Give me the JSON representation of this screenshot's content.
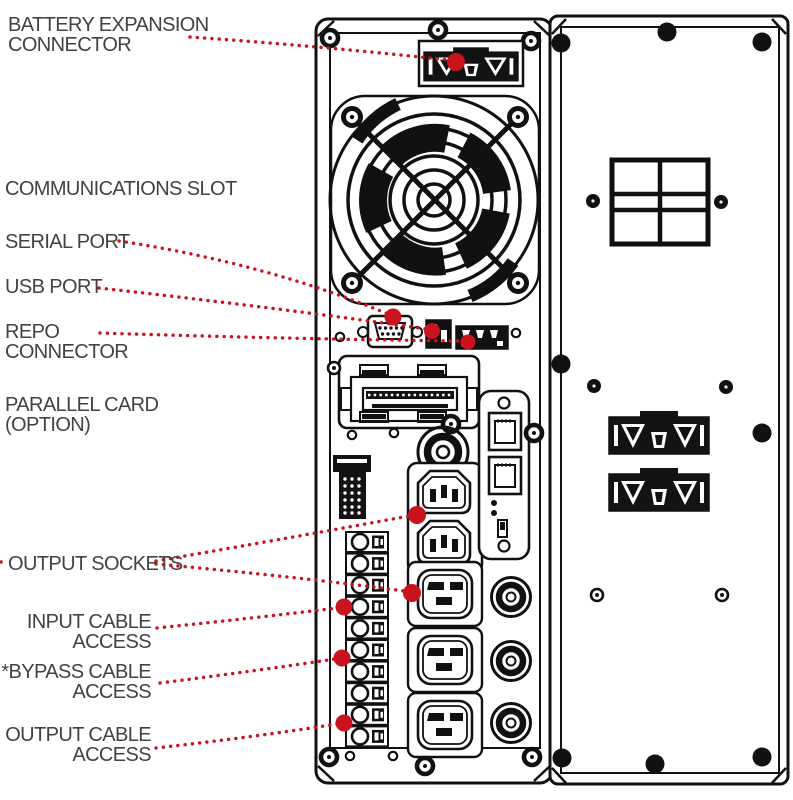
{
  "labels": {
    "battery_expansion": "BATTERY EXPANSION\nCONNECTOR",
    "communications_slot": "COMMUNICATIONS SLOT",
    "serial_port": "SERIAL PORT",
    "usb_port": "USB PORT",
    "repo_connector": "REPO\nCONNECTOR",
    "parallel_card": "PARALLEL CARD\n(OPTION)",
    "output_sockets": "OUTPUT SOCKETS",
    "input_cable_access": "INPUT CABLE\nACCESS",
    "bypass_cable_access": "*BYPASS CABLE\nACCESS",
    "output_cable_access": "OUTPUT CABLE\nACCESS"
  },
  "colors": {
    "leader_line_red": "#c9131f",
    "drawing_outline": "#111111",
    "label_text": "#424242",
    "background": "#ffffff"
  }
}
